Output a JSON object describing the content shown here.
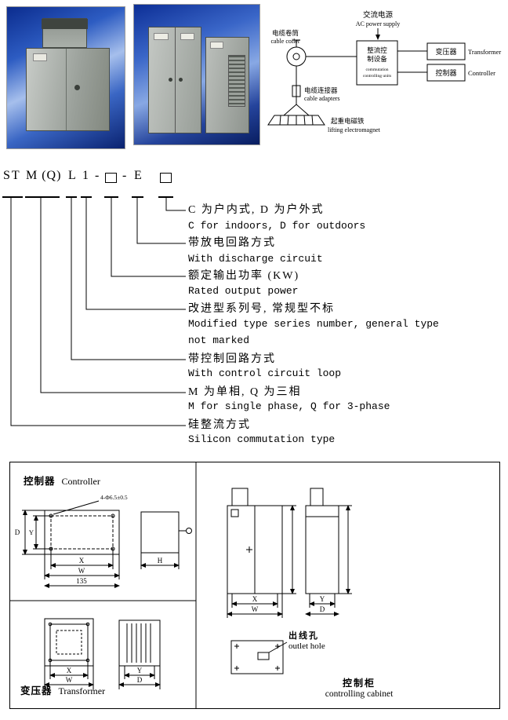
{
  "wiring": {
    "ac_power_cn": "交流电源",
    "ac_power_en": "AC power supply",
    "cable_coiler_cn": "电缆卷筒",
    "cable_coiler_en": "cable coiler",
    "commutation_cn1": "整流控",
    "commutation_cn2": "制设备",
    "commutation_en1": "commutation",
    "commutation_en2": "controlling units",
    "transformer_cn": "变压器",
    "transformer_en": "Transformer",
    "controller_cn": "控制器",
    "controller_en": "Controller",
    "cable_adapters_cn": "电缆连接器",
    "cable_adapters_en": "cable adapters",
    "electromagnet_cn": "起重电磁铁",
    "electromagnet_en": "lifting electromagnet"
  },
  "model_code": {
    "st": "ST",
    "mq": "M (Q)",
    "l": "L",
    "one": "1",
    "dash1": "-",
    "dash2": "-",
    "e": "E",
    "r1_cn": "C 为户内式, D 为户外式",
    "r1_en": "C for indoors, D for outdoors",
    "r2_cn": "带放电回路方式",
    "r2_en": "With discharge circuit",
    "r3_cn": "额定输出功率 (KW)",
    "r3_en": "Rated output power",
    "r4_cn": "改进型系列号, 常规型不标",
    "r4_en": "Modified type series number, general type",
    "r4_en2": "not marked",
    "r5_cn": "带控制回路方式",
    "r5_en": "With control circuit loop",
    "r6_cn": "M 为单相, Q 为三相",
    "r6_en": "M for single phase, Q for 3-phase",
    "r7_cn": "硅整流方式",
    "r7_en": "Silicon commutation type"
  },
  "drawings": {
    "controller_cn": "控制器",
    "controller_en": "Controller",
    "transformer_cn": "变压器",
    "transformer_en": "Transformer",
    "outlet_hole_cn": "出线孔",
    "outlet_hole_en": "outlet hole",
    "cabinet_cn": "控制柜",
    "cabinet_en": "controlling cabinet",
    "hole_note": "4-Φ6.5±0.5",
    "dim_x": "X",
    "dim_w": "W",
    "dim_y": "Y",
    "dim_d": "D",
    "dim_h": "H",
    "dim_135": "135"
  }
}
